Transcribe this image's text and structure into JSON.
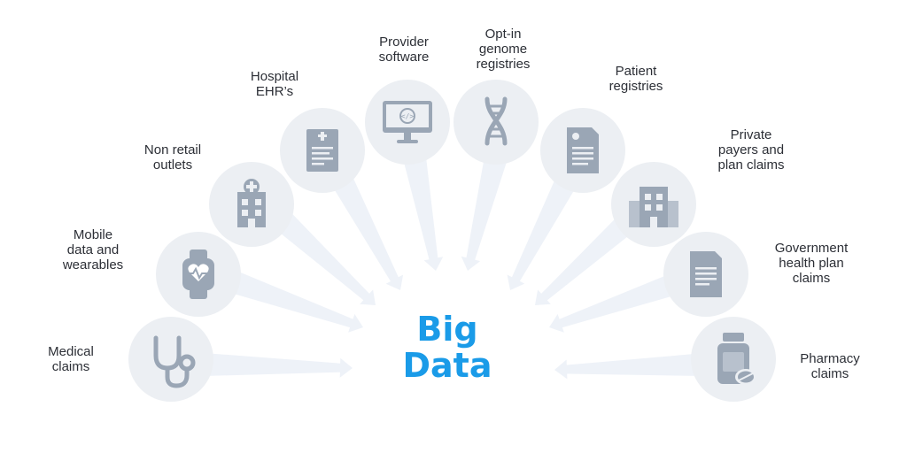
{
  "center": {
    "title": "Big\nData"
  },
  "colors": {
    "accent": "#1a9be8",
    "circle": "#eceff3",
    "icon": "#9aa6b5",
    "arrow": "#eef2f8",
    "text": "#2c2f36"
  },
  "sources": [
    {
      "label": "Medical\nclaims",
      "icon": "stethoscope-icon"
    },
    {
      "label": "Mobile\ndata and\nwearables",
      "icon": "smartwatch-icon"
    },
    {
      "label": "Non retail\noutlets",
      "icon": "clinic-building-icon"
    },
    {
      "label": "Hospital\nEHR’s",
      "icon": "medical-record-icon"
    },
    {
      "label": "Provider\nsoftware",
      "icon": "monitor-code-icon"
    },
    {
      "label": "Opt-in\ngenome\nregistries",
      "icon": "dna-icon"
    },
    {
      "label": "Patient\nregistries",
      "icon": "patient-file-icon"
    },
    {
      "label": "Private\npayers and\nplan claims",
      "icon": "office-building-icon"
    },
    {
      "label": "Government\nhealth plan\nclaims",
      "icon": "document-icon"
    },
    {
      "label": "Pharmacy\nclaims",
      "icon": "pill-bottle-icon"
    }
  ]
}
